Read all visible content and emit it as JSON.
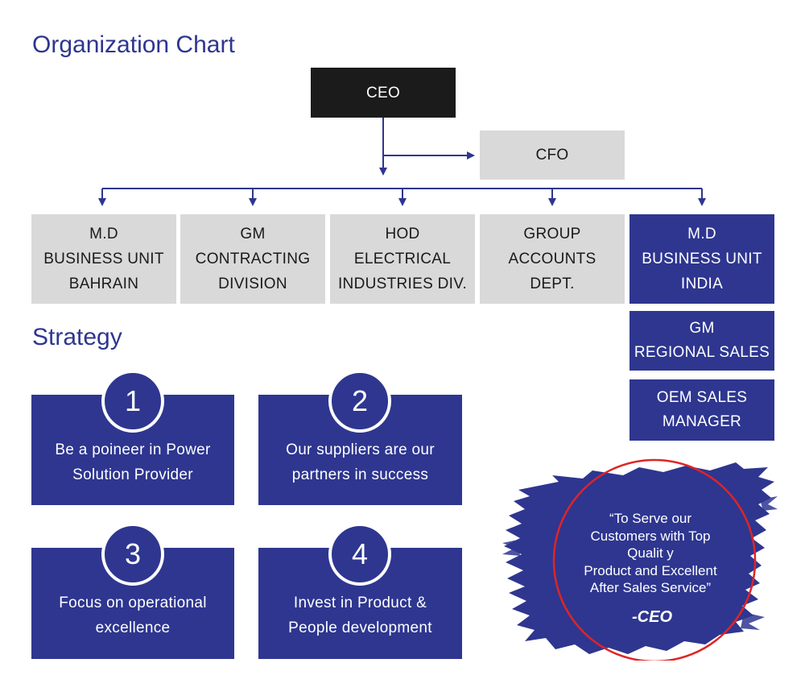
{
  "org_chart": {
    "title": "Organization Chart",
    "ceo": "CEO",
    "cfo": "CFO",
    "departments": [
      {
        "lines": [
          "M.D",
          "BUSINESS UNIT",
          "BAHRAIN"
        ]
      },
      {
        "lines": [
          "GM",
          "CONTRACTING",
          "DIVISION"
        ]
      },
      {
        "lines": [
          "HOD",
          "ELECTRICAL",
          "INDUSTRIES DIV."
        ]
      },
      {
        "lines": [
          "GROUP",
          "ACCOUNTS",
          "DEPT."
        ]
      },
      {
        "lines": [
          "M.D",
          "BUSINESS UNIT",
          "INDIA"
        ]
      }
    ],
    "india_sub": [
      {
        "lines": [
          "GM",
          "REGIONAL SALES"
        ]
      },
      {
        "lines": [
          "OEM SALES",
          "MANAGER"
        ]
      }
    ]
  },
  "strategy": {
    "title": "Strategy",
    "items": [
      {
        "number": "1",
        "lines": [
          "Be a poineer in Power",
          "Solution Provider"
        ]
      },
      {
        "number": "2",
        "lines": [
          "Our suppliers are our",
          "partners in success"
        ]
      },
      {
        "number": "3",
        "lines": [
          "Focus on operational",
          "excellence"
        ]
      },
      {
        "number": "4",
        "lines": [
          "Invest  in  Product  &",
          "People development"
        ]
      }
    ]
  },
  "quote": {
    "lines": [
      "“To Serve our",
      "Customers with Top",
      "Qualit y",
      "Product and Excellent",
      "After Sales Service”"
    ],
    "author": "-CEO"
  },
  "colors": {
    "navy": "#2e3690",
    "gray": "#d9d9d9",
    "black": "#1b1b1b",
    "ring": "#e02424"
  }
}
